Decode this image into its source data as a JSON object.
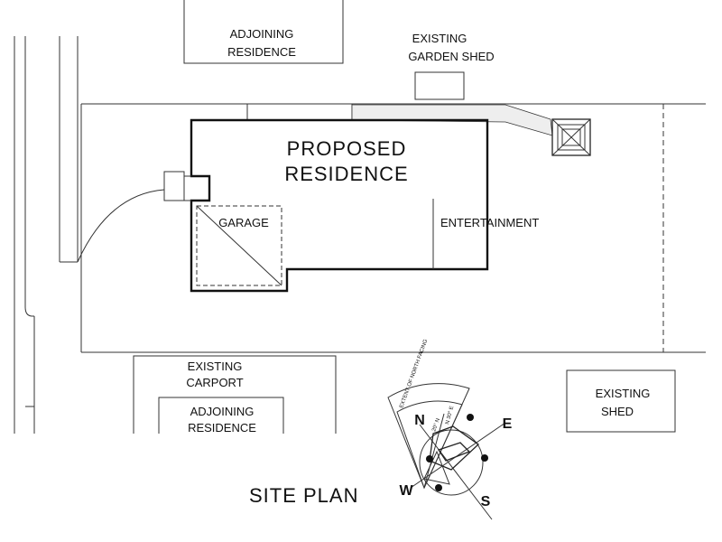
{
  "title": "SITE PLAN",
  "labels": {
    "adjoining_top_1": "ADJOINING",
    "adjoining_top_2": "RESIDENCE",
    "garden_shed_1": "EXISTING",
    "garden_shed_2": "GARDEN SHED",
    "proposed_1": "PROPOSED",
    "proposed_2": "RESIDENCE",
    "garage": "GARAGE",
    "entertainment": "ENTERTAINMENT",
    "carport_1": "EXISTING",
    "carport_2": "CARPORT",
    "adjoining_bottom_1": "ADJOINING",
    "adjoining_bottom_2": "RESIDENCE",
    "shed_1": "EXISTING",
    "shed_2": "SHED"
  },
  "compass": {
    "north": "N",
    "south": "S",
    "east": "E",
    "west": "W",
    "arc_note": "EXTENT OF NORTH FACING",
    "bearing_a": "20° N",
    "bearing_b": "N 30° E"
  },
  "colors": {
    "line": "#111111",
    "paper": "#ffffff"
  }
}
